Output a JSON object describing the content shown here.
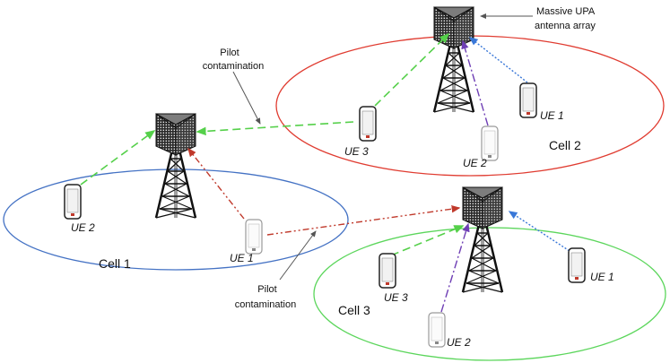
{
  "cells": [
    {
      "label": "Cell 1",
      "color": "#4472c4"
    },
    {
      "label": "Cell 2",
      "color": "#e03c31"
    },
    {
      "label": "Cell 3",
      "color": "#5cd65c"
    }
  ],
  "ue_labels": {
    "cell1_ue2": "UE 2",
    "cell1_ue1": "UE 1",
    "cell2_ue3": "UE 3",
    "cell2_ue2": "UE 2",
    "cell2_ue1": "UE 1",
    "cell3_ue3": "UE 3",
    "cell3_ue2": "UE 2",
    "cell3_ue1": "UE 1"
  },
  "annotations": {
    "antenna_line1": "Massive UPA",
    "antenna_line2": "antenna array",
    "pilot_top_line1": "Pilot",
    "pilot_top_line2": "contamination",
    "pilot_bottom_line1": "Pilot",
    "pilot_bottom_line2": "contamination"
  },
  "link_colors": {
    "ue1": "#3a78d8",
    "ue2": "#6f3fb5",
    "ue3": "#55d04a",
    "interference": "#c0392b"
  },
  "icons": {
    "base_station": "antenna-tower-icon",
    "user_equipment": "smartphone-icon"
  }
}
